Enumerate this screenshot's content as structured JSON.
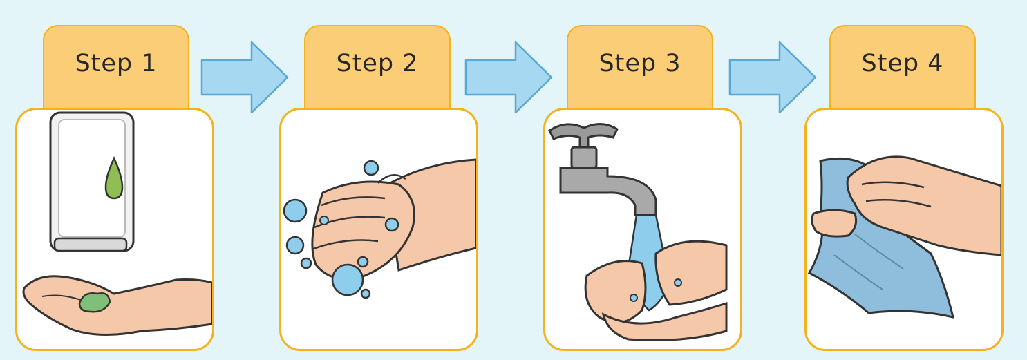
{
  "steps": [
    {
      "label": "Step 1",
      "illustration": "soap-dispenser-hand-icon"
    },
    {
      "label": "Step 2",
      "illustration": "scrubbing-hands-bubbles-icon"
    },
    {
      "label": "Step 3",
      "illustration": "tap-rinse-hands-icon"
    },
    {
      "label": "Step 4",
      "illustration": "towel-drying-hands-icon"
    }
  ],
  "colors": {
    "background": "#e3f5f8",
    "tab_fill": "#fbcd76",
    "card_border": "#f4b31c",
    "arrow_fill": "#a6d8f2",
    "arrow_stroke": "#5aa7d3",
    "skin": "#f4c8a8",
    "water": "#8fcdec",
    "soap_drop": "#8fbf54"
  }
}
